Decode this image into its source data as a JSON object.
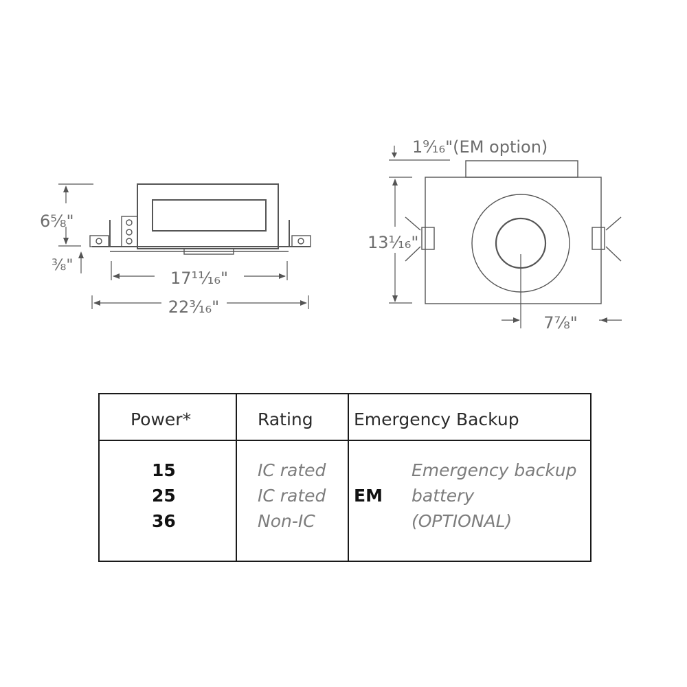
{
  "side_view": {
    "height_label": "6⅝\"",
    "flange_label": "⅜\"",
    "inner_width_label": "17¹¹⁄₁₆\"",
    "overall_width_label": "22³⁄₁₆\""
  },
  "top_view": {
    "em_option_label": "1⁹⁄₁₆\"(EM option)",
    "height_label": "13¹⁄₁₆\"",
    "half_width_label": "7⅞\""
  },
  "table": {
    "headers": [
      "Power*",
      "Rating",
      "Emergency Backup"
    ],
    "power": [
      "15",
      "25",
      "36"
    ],
    "rating": [
      "IC rated",
      "IC rated",
      "Non-IC"
    ],
    "em_code": "EM",
    "em_description": [
      "Emergency backup",
      "battery",
      "(OPTIONAL)"
    ]
  }
}
